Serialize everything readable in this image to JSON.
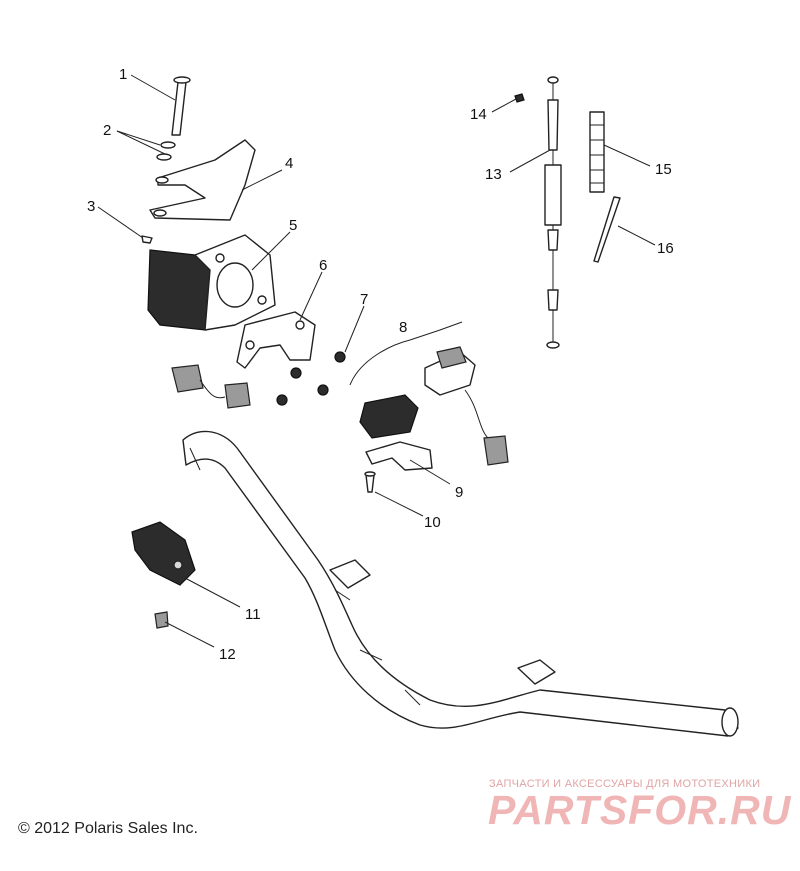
{
  "callouts": [
    "1",
    "2",
    "3",
    "4",
    "5",
    "6",
    "7",
    "8",
    "9",
    "10",
    "11",
    "12",
    "13",
    "14",
    "15",
    "16"
  ],
  "footer": {
    "copyright": "© 2012 Polaris Sales Inc."
  },
  "watermark": {
    "tagline": "ЗАПЧАСТИ И АКСЕССУАРЫ ДЛЯ МОТОТЕХНИКИ",
    "logo": "PARTSFOR.RU",
    "color": "#f0b6b6"
  }
}
